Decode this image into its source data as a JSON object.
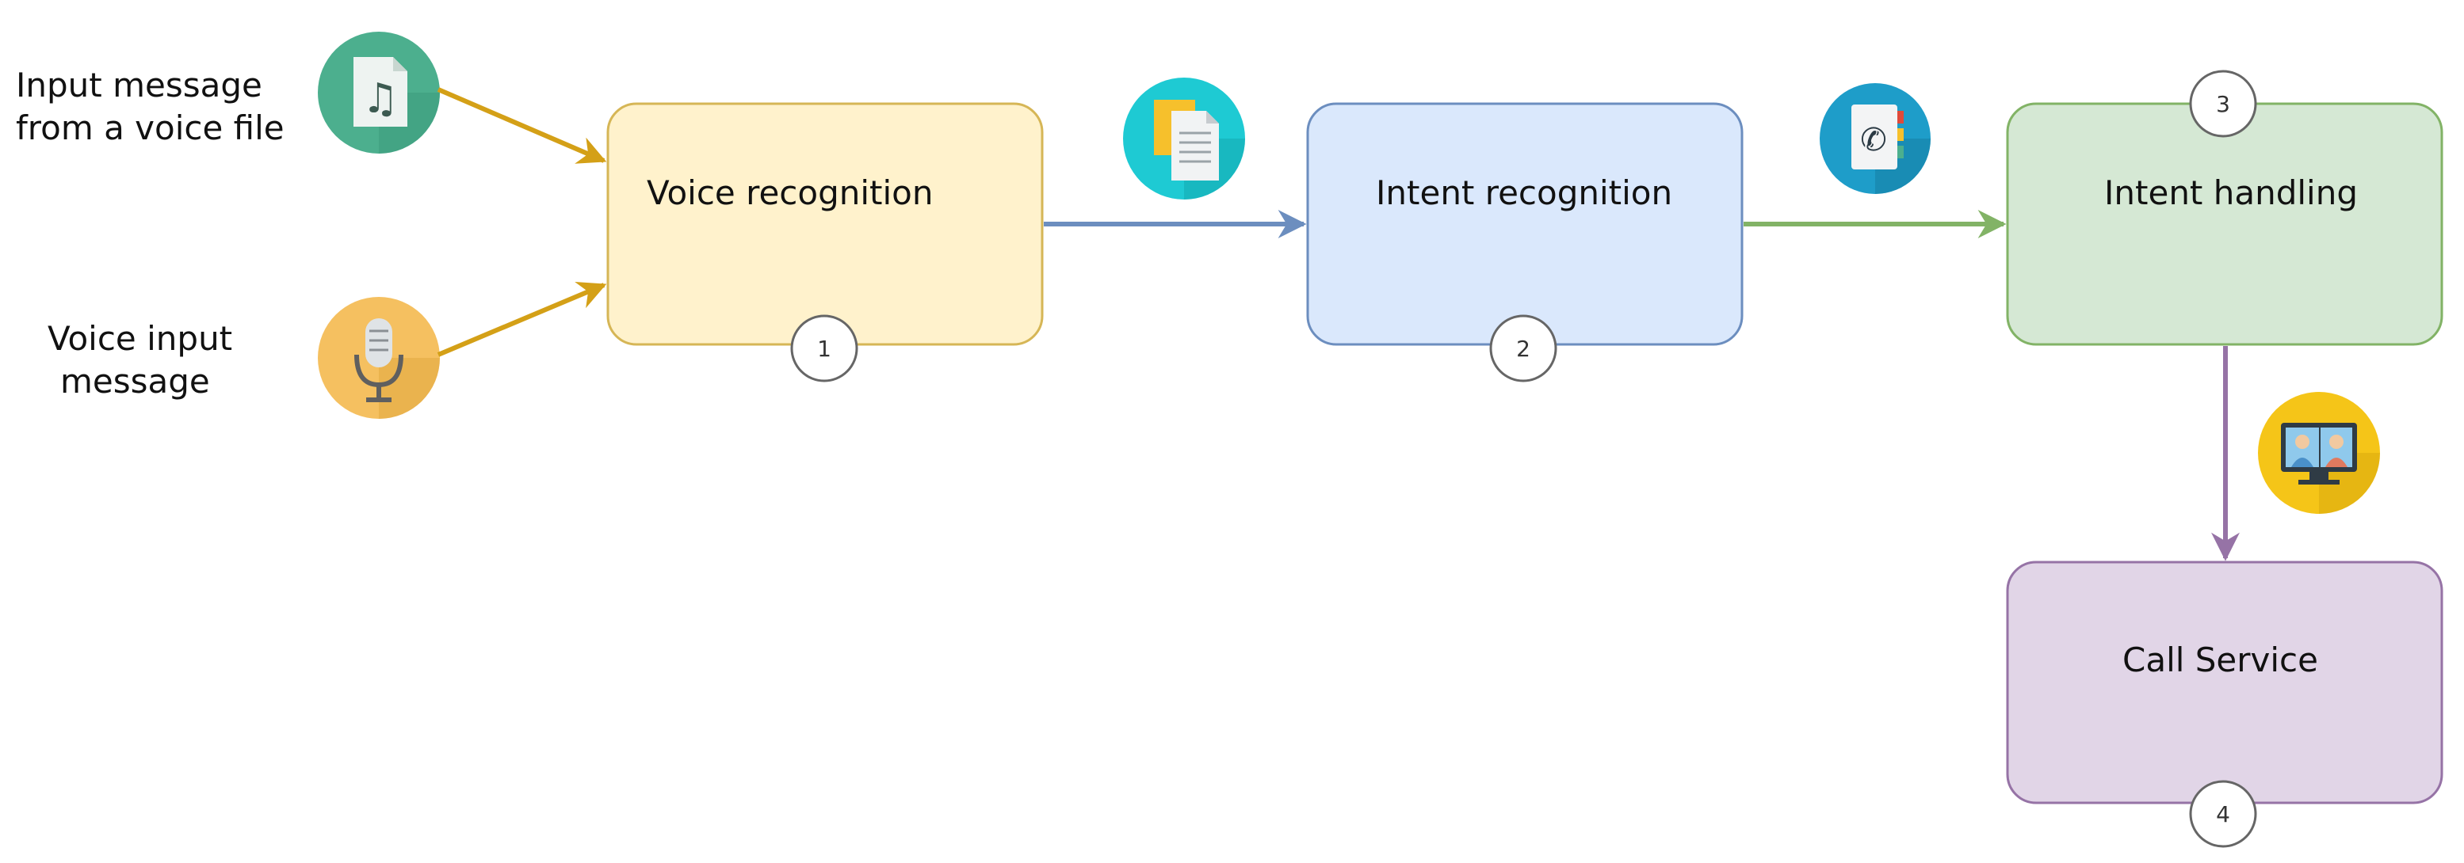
{
  "inputs": {
    "file": {
      "line1": "Input message",
      "line2": "from a voice file",
      "icon": "music-file-icon"
    },
    "voice": {
      "line1": "Voice input",
      "line2": "message",
      "icon": "microphone-icon"
    }
  },
  "steps": [
    {
      "label": "Voice recognition",
      "number": "1",
      "fill": "#fff2cc",
      "stroke": "#d6b656"
    },
    {
      "label": "Intent recognition",
      "number": "2",
      "fill": "#dae8fc",
      "stroke": "#6c8ebf"
    },
    {
      "label": "Intent handling",
      "number": "3",
      "fill": "#d5e8d4",
      "stroke": "#82b366"
    },
    {
      "label": "Call Service",
      "number": "4",
      "fill": "#e1d5e7",
      "stroke": "#9673a6"
    }
  ],
  "connector_icons": {
    "voice_to_intent": "documents-icon",
    "intent_to_handling": "phone-book-icon",
    "handling_to_service": "video-conference-icon"
  },
  "colors": {
    "input_arrow": "#d4a017",
    "arrow_1_2": "#6c8ebf",
    "arrow_2_3": "#82b366",
    "arrow_3_4": "#9673a6",
    "file_icon_bg": "#4caf8e",
    "mic_icon_bg": "#f5c060",
    "docs_icon_bg": "#1ecad3",
    "phone_icon_bg": "#1e9dc9",
    "conf_icon_bg": "#f5c518"
  }
}
